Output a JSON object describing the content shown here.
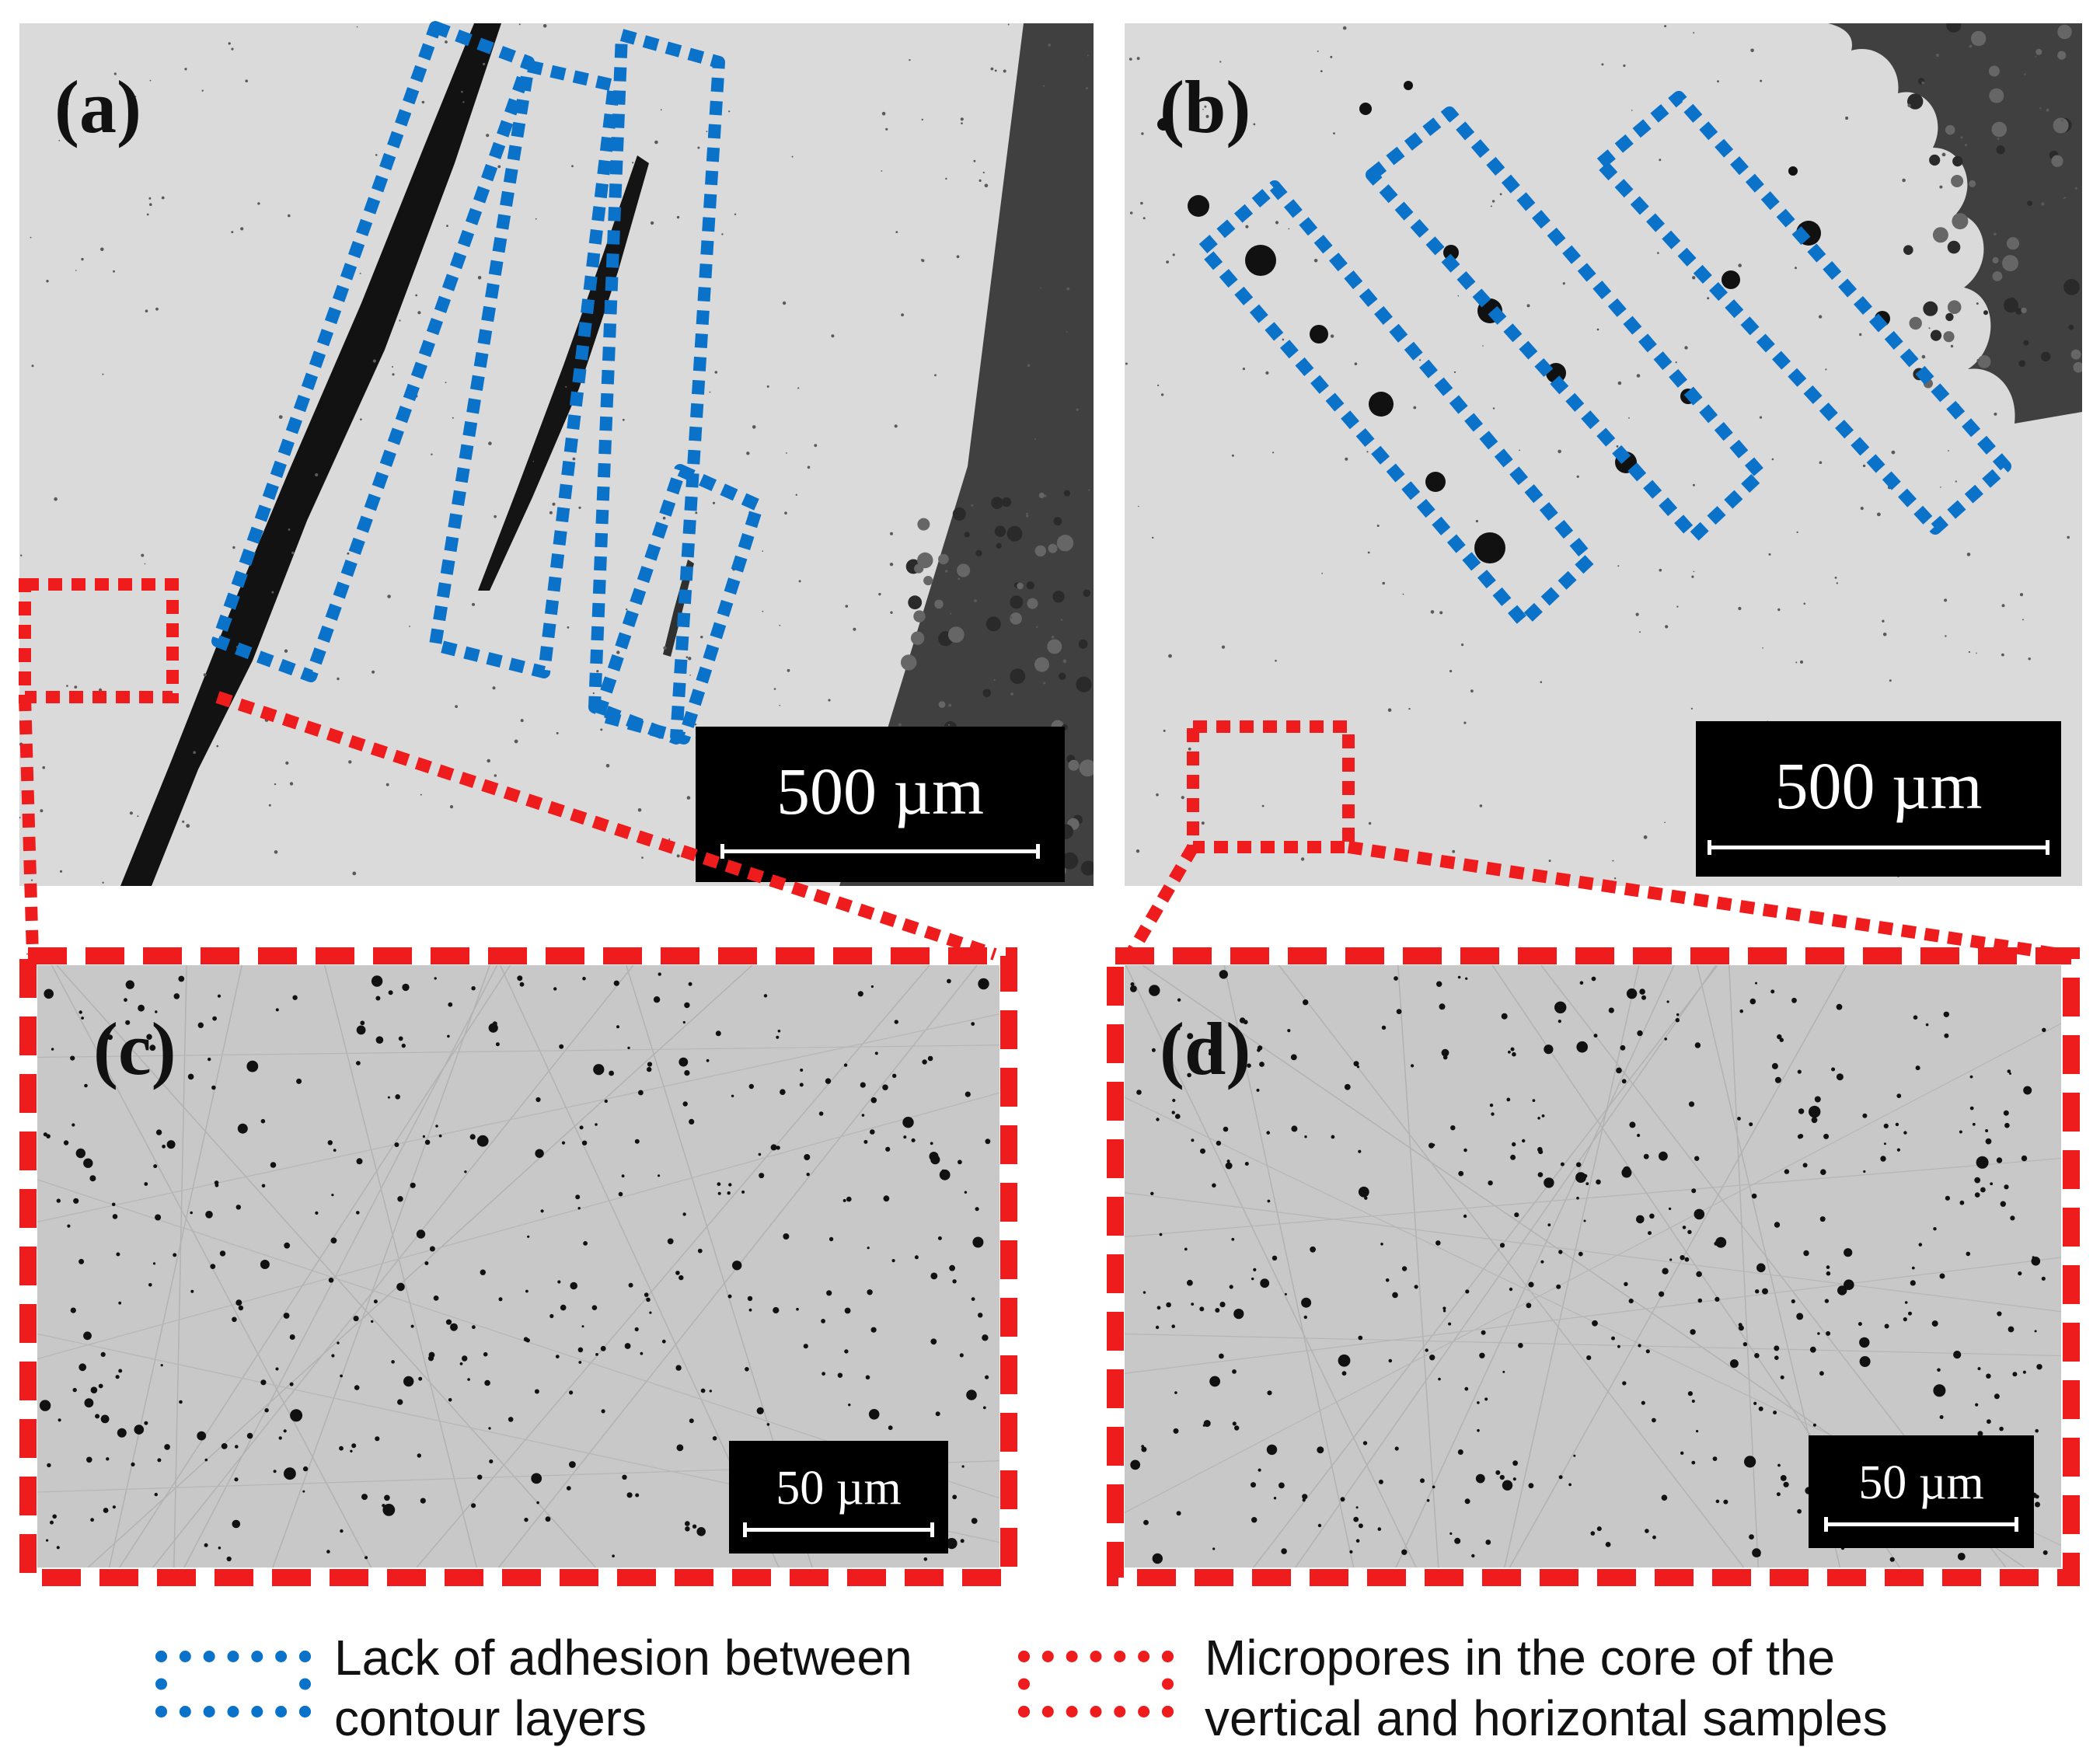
{
  "panels": {
    "a": {
      "label": "(a)",
      "scale_label": "500 µm"
    },
    "b": {
      "label": "(b)",
      "scale_label": "500 µm"
    },
    "c": {
      "label": "(c)",
      "scale_label": "50 µm"
    },
    "d": {
      "label": "(d)",
      "scale_label": "50 µm"
    }
  },
  "legend": {
    "blue": {
      "line1": "Lack of adhesion between",
      "line2": "contour layers"
    },
    "red": {
      "line1": "Micropores in the core of the",
      "line2": "vertical and horizontal samples"
    }
  },
  "colors": {
    "blue_outline": "#0a72c8",
    "red_outline": "#ee1c1c",
    "matrix": "#d9d9d9",
    "matrix_zoom": "#c7c7c7",
    "resin": "#3e3e3e",
    "pore": "#111111"
  }
}
